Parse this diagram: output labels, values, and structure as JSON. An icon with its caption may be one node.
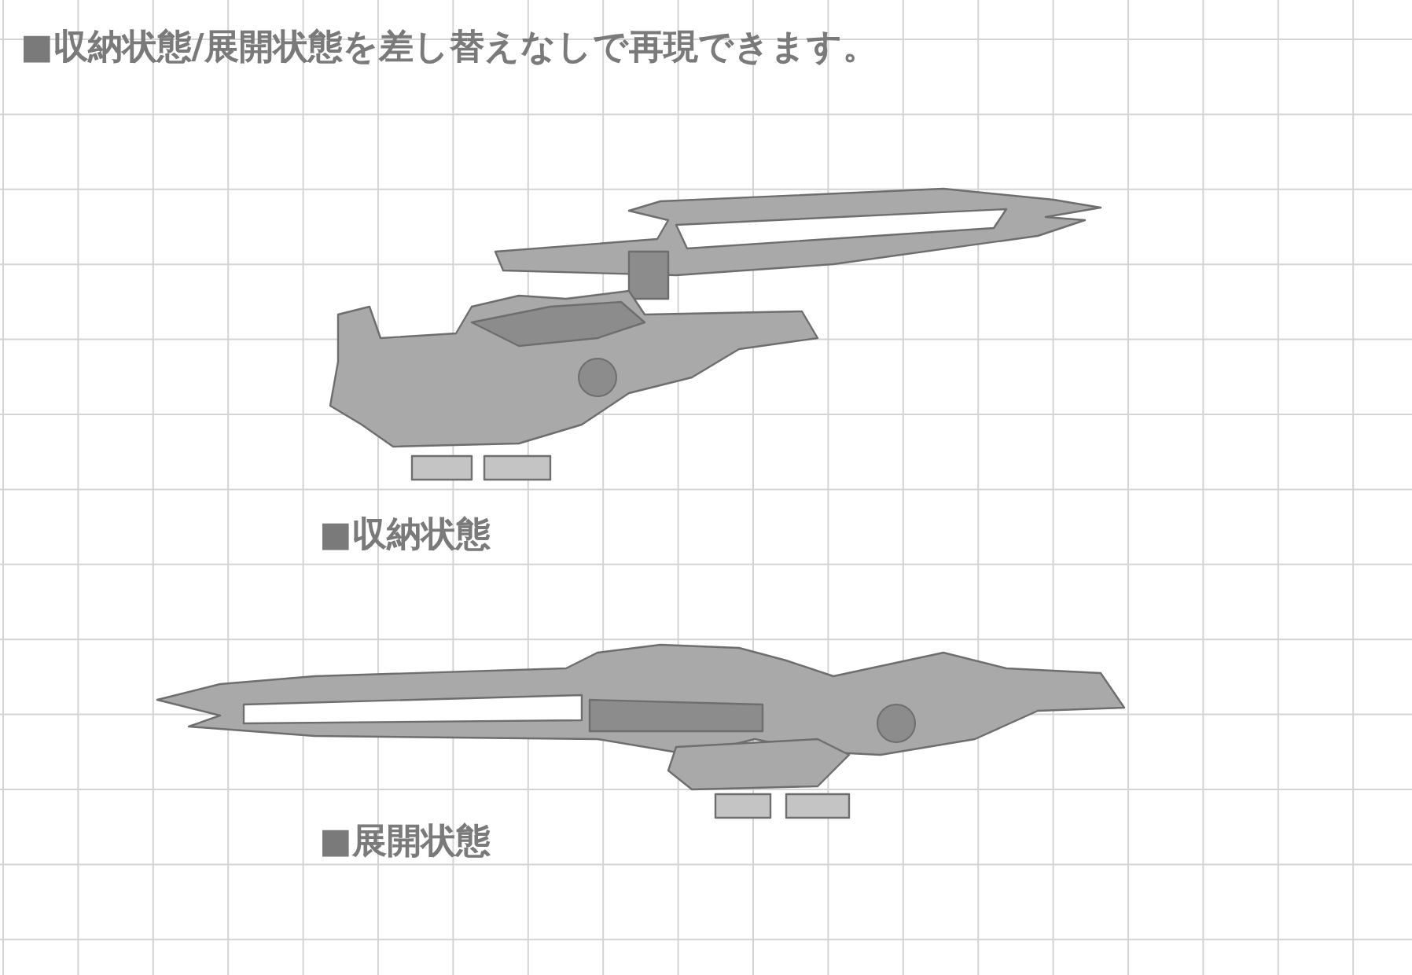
{
  "diagram": {
    "title": "■収納状態/展開状態を差し替えなしで再現できます。",
    "labels": [
      "■収納状態",
      "■展開状態"
    ]
  }
}
